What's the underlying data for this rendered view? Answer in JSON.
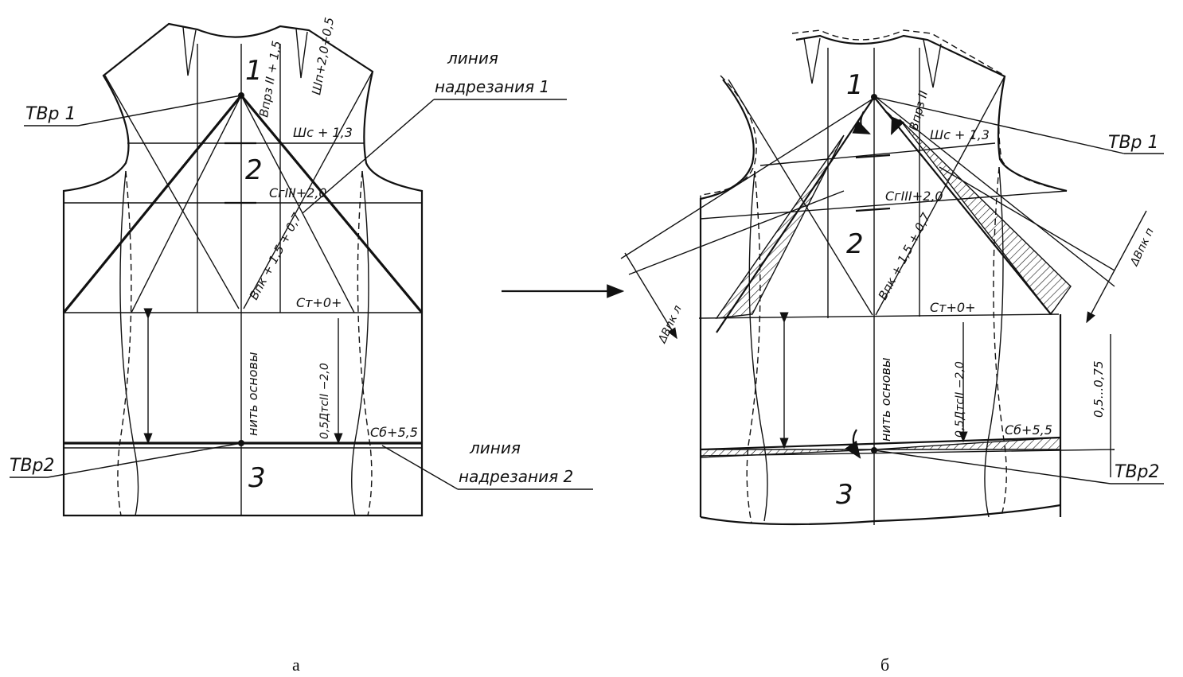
{
  "figure_a": {
    "caption": "а",
    "zone_1": "1",
    "zone_2": "2",
    "zone_3": "3",
    "point_tvr1": "ТВр 1",
    "point_tvr2": "ТВр2",
    "cut_line_1_line1": "линия",
    "cut_line_1_line2": "надрезания 1",
    "cut_line_2_line1": "линия",
    "cut_line_2_line2": "надрезания 2",
    "m_vprz": "Впрз ΙΙ + 1,5",
    "m_shp": "Шп+2,0+0,5",
    "m_shs": "Шс + 1,3",
    "m_sg": "СгΙΙΙ+2,0",
    "m_vpk": "Впк + 1,5 + 0,7",
    "m_st": "Ст+0+",
    "m_grain": "нить основы",
    "m_dts": "0,5ДтсΙΙ −2,0",
    "m_sb": "Сб+5,5"
  },
  "figure_b": {
    "caption": "б",
    "zone_1": "1",
    "zone_2": "2",
    "zone_3": "3",
    "point_tvr1": "ТВр 1",
    "point_tvr2": "ТВр2",
    "m_vprz": "Впрз ΙΙ",
    "m_shs": "Шс + 1,3",
    "m_sg": "СгΙΙΙ+2,0",
    "m_vpk": "Впк + 1,5 + 0,7",
    "m_st": "Ст+0+",
    "m_grain": "нить основы",
    "m_dts": "0,5ДтсΙΙ −2,0",
    "m_sb": "Сб+5,5",
    "m_delta_left": "ΔВпк л",
    "m_delta_right": "ΔВпк п",
    "m_offset": "0,5...0,75"
  }
}
